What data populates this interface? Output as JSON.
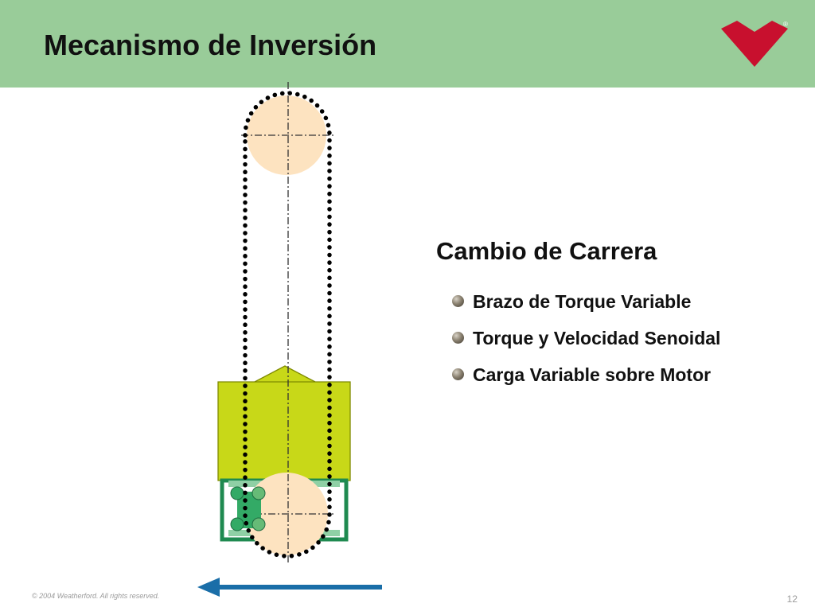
{
  "header": {
    "title": "Mecanismo de Inversión"
  },
  "content": {
    "subtitle": "Cambio de Carrera",
    "bullets": [
      "Brazo de Torque Variable",
      "Torque y Velocidad Senoidal",
      "Carga Variable sobre Motor"
    ]
  },
  "footer": {
    "copyright": "© 2004 Weatherford. All rights reserved.",
    "page_number": "12"
  },
  "logo": {
    "icon": "weatherford-logo-icon",
    "registered_mark": "®",
    "color": "#c8102e"
  },
  "colors": {
    "header_bg": "#99cc99",
    "sprocket_fill": "#fde3c0",
    "housing_fill": "#c8d818",
    "carriage_green": "#33aa66",
    "arrow_blue": "#1a6ea8"
  },
  "diagram": {
    "icons": [
      "upper-sprocket-icon",
      "lower-sprocket-icon",
      "chain-icon",
      "reversing-carriage-icon",
      "direction-arrow-icon"
    ],
    "arrow_direction": "left"
  }
}
